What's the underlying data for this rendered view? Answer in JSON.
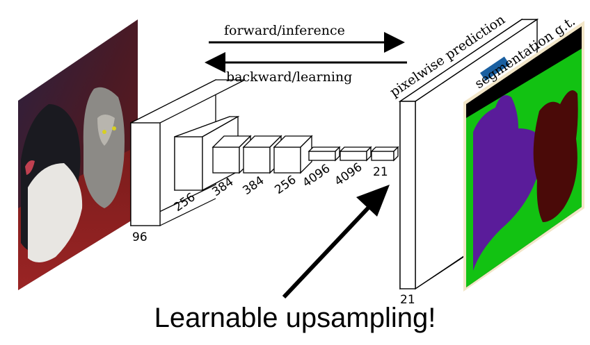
{
  "arrows": {
    "forward_label": "forward/inference",
    "backward_label": "backward/learning"
  },
  "layers": [
    {
      "label": "96"
    },
    {
      "label": "256"
    },
    {
      "label": "384"
    },
    {
      "label": "384"
    },
    {
      "label": "256"
    },
    {
      "label": "4096"
    },
    {
      "label": "4096"
    },
    {
      "label": "21"
    }
  ],
  "output": {
    "pixelwise_label": "pixelwise prediction",
    "depth_label": "21"
  },
  "ground_truth": {
    "label": "segmentation g.t."
  },
  "caption": "Learnable upsampling!",
  "colors": {
    "purple_dog": "#5a1c9a",
    "brown_cat": "#4a0a08",
    "green_bg": "#12c212",
    "black_bg": "#000000",
    "cream_border": "#f2e6c8"
  }
}
